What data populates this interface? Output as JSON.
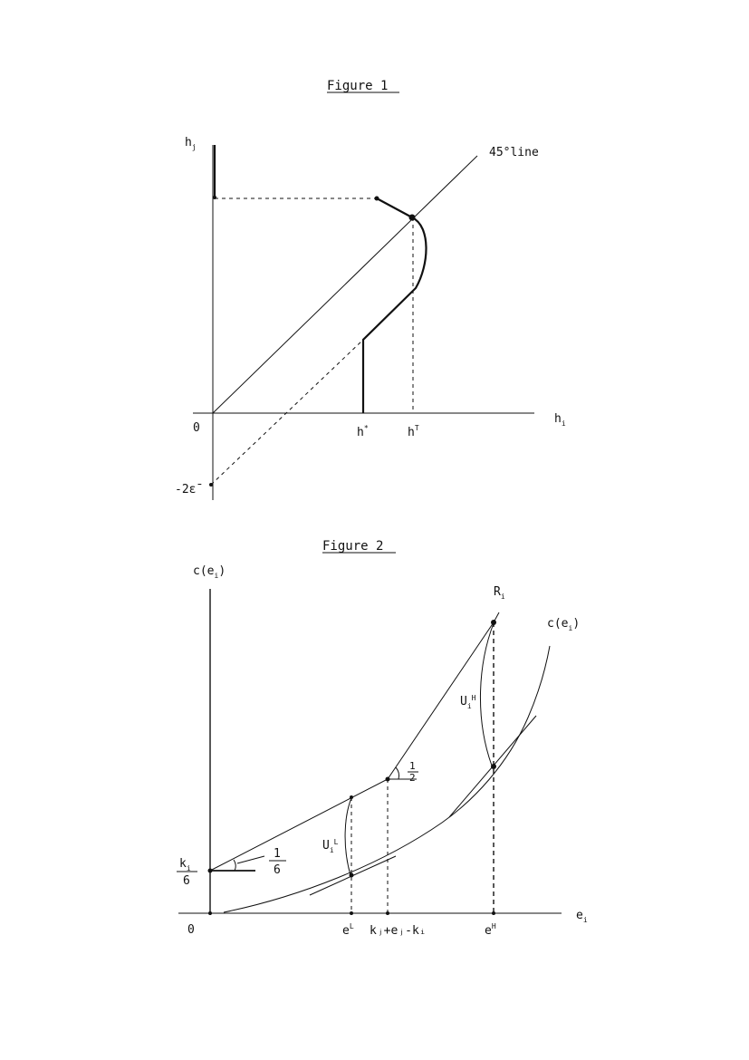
{
  "figure1": {
    "title": "Figure 1",
    "y_axis": {
      "base": "h",
      "sub": "j"
    },
    "x_axis": {
      "base": "h",
      "sub": "i"
    },
    "line_label": "45°line",
    "origin": "0",
    "neg_label": "-2ε̄",
    "tick_h_star": {
      "base": "h",
      "sup": "*"
    },
    "tick_h_T": {
      "base": "h",
      "sup": "T"
    }
  },
  "figure2": {
    "title": "Figure 2",
    "y_axis": {
      "base": "c(e",
      "sub": "i",
      "close": ")"
    },
    "curve_label": {
      "base": "c(e",
      "sub": "i",
      "close": ")"
    },
    "ray_label": {
      "base": "R",
      "sub": "i"
    },
    "x_axis": {
      "base": "e",
      "sub": "i"
    },
    "origin": "0",
    "intercept_num": {
      "base": "k",
      "sub": "i"
    },
    "intercept_den": "6",
    "slope_low_num": "1",
    "slope_low_den": "6",
    "slope_high_num": "1",
    "slope_high_den": "2",
    "U_low": {
      "base": "U",
      "sub": "i",
      "sup": "L"
    },
    "U_high": {
      "base": "U",
      "sub": "i",
      "sup": "H"
    },
    "tick_eL": {
      "base": "e",
      "sup": "L"
    },
    "tick_kink": "kⱼ+eⱼ-kᵢ",
    "tick_eH": {
      "base": "e",
      "sup": "H"
    }
  }
}
